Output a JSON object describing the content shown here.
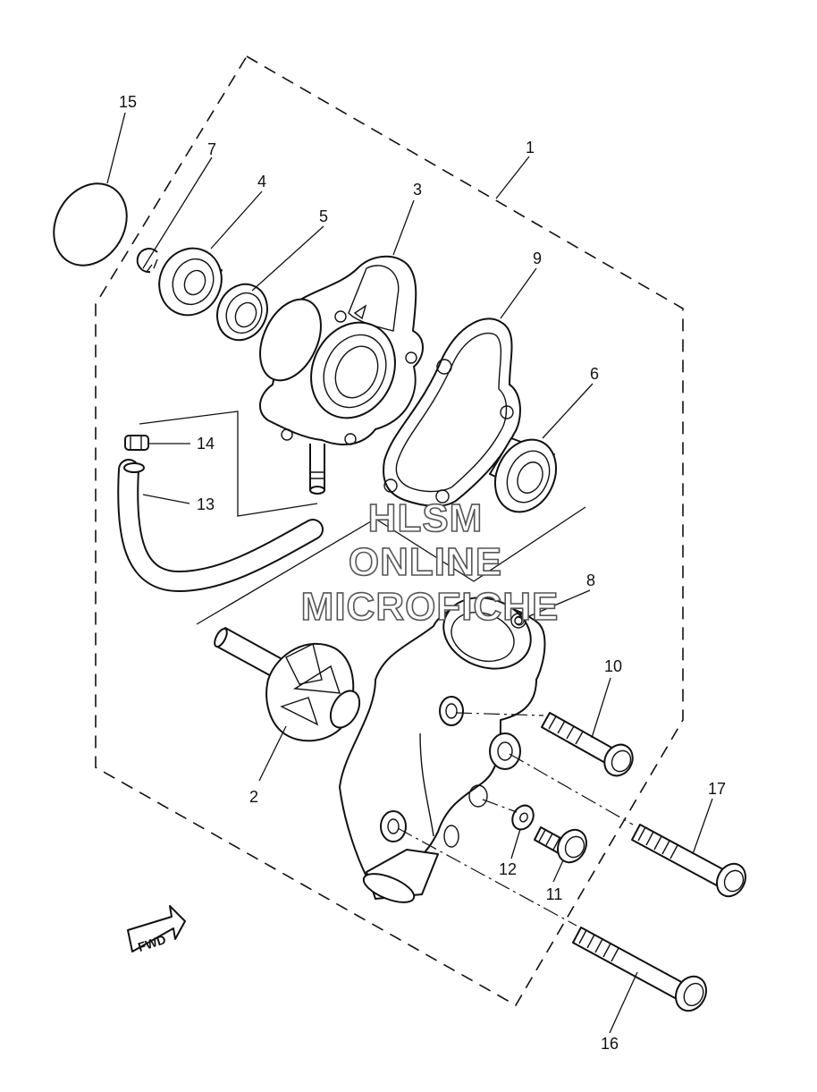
{
  "watermark": {
    "line1": "HLSM",
    "line2": "ONLINE",
    "line3": "MICROFICHE"
  },
  "fwd_label": "FWD",
  "callouts": {
    "c1": "1",
    "c2": "2",
    "c3": "3",
    "c4": "4",
    "c5": "5",
    "c6": "6",
    "c7": "7",
    "c8": "8",
    "c9": "9",
    "c10": "10",
    "c11": "11",
    "c12": "12",
    "c13": "13",
    "c14": "14",
    "c15": "15",
    "c16": "16",
    "c17": "17"
  },
  "colors": {
    "line": "#111111",
    "watermark_outline": "#555555",
    "background": "#ffffff"
  }
}
